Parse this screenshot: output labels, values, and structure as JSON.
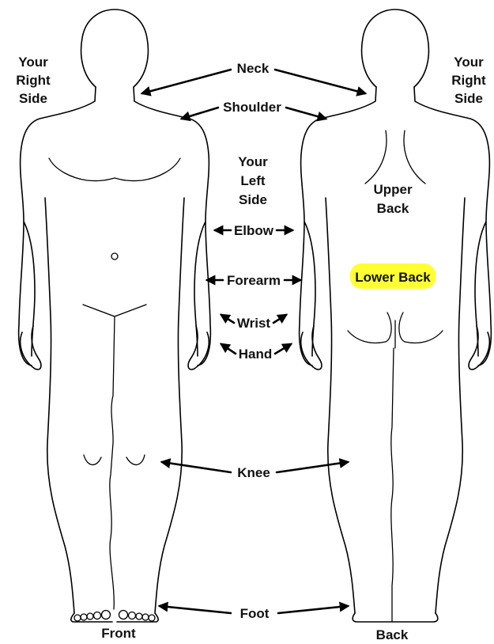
{
  "labels": {
    "neck": "Neck",
    "shoulder": "Shoulder",
    "your_right_side": [
      "Your",
      "Right",
      "Side"
    ],
    "your_left_side": [
      "Your",
      "Left",
      "Side"
    ],
    "elbow": "Elbow",
    "forearm": "Forearm",
    "wrist": "Wrist",
    "hand": "Hand",
    "knee": "Knee",
    "foot": "Foot",
    "upper_back": [
      "Upper",
      "Back"
    ],
    "lower_back": "Lower Back",
    "front": "Front",
    "back": "Back"
  },
  "colors": {
    "highlight": "#ffff33",
    "stroke": "#000000"
  }
}
